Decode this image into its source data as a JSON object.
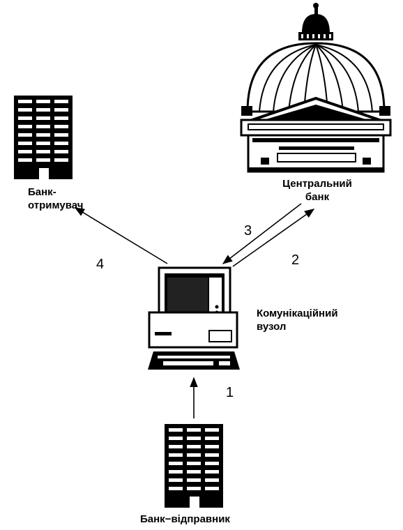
{
  "nodes": {
    "receiver": {
      "label_line1": "Банк-",
      "label_line2": "отримувач",
      "icon": "office-building-icon"
    },
    "central_bank": {
      "label_line1": "Центральний",
      "label_line2": "банк",
      "icon": "central-bank-dome-icon"
    },
    "hub": {
      "label_line1": "Комунікаційний",
      "label_line2": "вузол",
      "icon": "desktop-computer-icon"
    },
    "sender": {
      "label": "Банк−відправник",
      "icon": "office-building-icon"
    }
  },
  "edges": [
    {
      "step": "1",
      "from": "sender",
      "to": "hub"
    },
    {
      "step": "2",
      "from": "hub",
      "to": "central_bank"
    },
    {
      "step": "3",
      "from": "central_bank",
      "to": "hub"
    },
    {
      "step": "4",
      "from": "hub",
      "to": "receiver"
    }
  ]
}
